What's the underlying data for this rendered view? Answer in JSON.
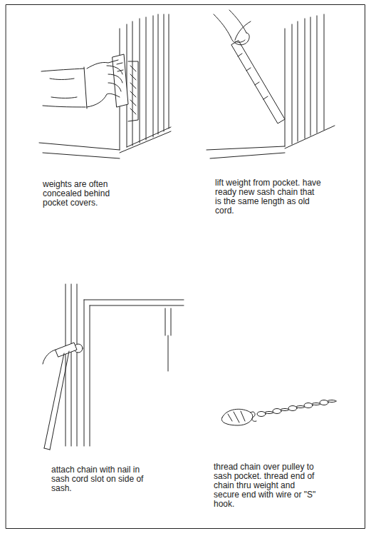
{
  "diagram": {
    "labels": [
      "weights are often concealed behind pocket covers.",
      "lift weight from pocket. have ready new sash chain that is the same length as old cord.",
      "attach chain with nail in sash cord slot on side of sash.",
      "thread chain over pulley to sash pocket. thread end of chain thru weight and secure end with wire or \"S\" hook."
    ]
  }
}
